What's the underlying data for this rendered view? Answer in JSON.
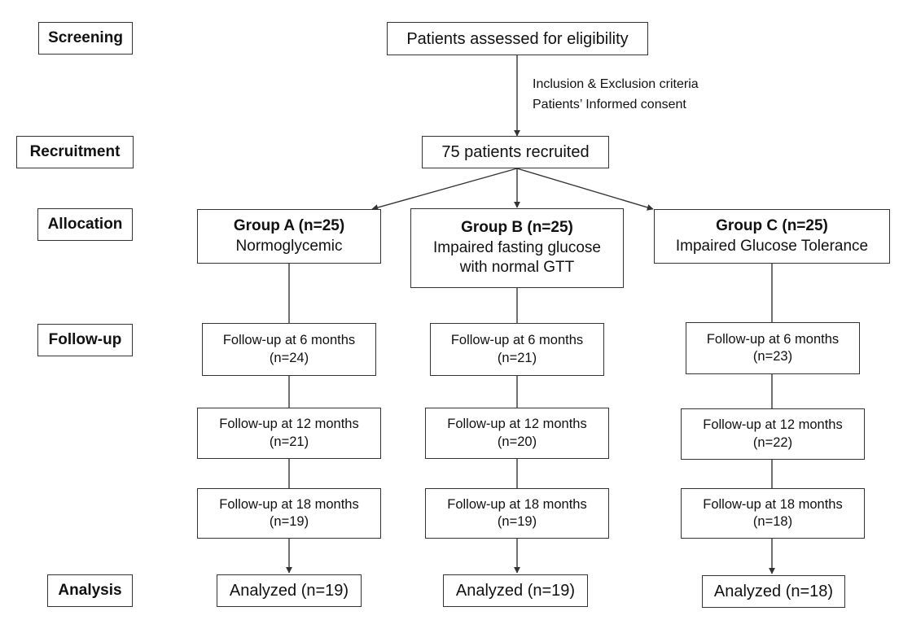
{
  "stages": {
    "screening": "Screening",
    "recruitment": "Recruitment",
    "allocation": "Allocation",
    "followup": "Follow-up",
    "analysis": "Analysis"
  },
  "eligibility": "Patients assessed for eligibility",
  "criteria_note": [
    "Inclusion & Exclusion criteria",
    "Patients’ Informed consent"
  ],
  "recruited": "75 patients recruited",
  "groups": [
    {
      "title": "Group A (n=25)",
      "desc": [
        "Normoglycemic"
      ],
      "followups": [
        {
          "label": "Follow-up at 6 months",
          "n": "(n=24)"
        },
        {
          "label": "Follow-up at 12 months",
          "n": "(n=21)"
        },
        {
          "label": "Follow-up at 18 months",
          "n": "(n=19)"
        }
      ],
      "analyzed": "Analyzed (n=19)"
    },
    {
      "title": "Group B (n=25)",
      "desc": [
        "Impaired fasting glucose",
        "with normal GTT"
      ],
      "followups": [
        {
          "label": "Follow-up at 6 months",
          "n": "(n=21)"
        },
        {
          "label": "Follow-up at 12 months",
          "n": "(n=20)"
        },
        {
          "label": "Follow-up at 18 months",
          "n": "(n=19)"
        }
      ],
      "analyzed": "Analyzed (n=19)"
    },
    {
      "title": "Group C (n=25)",
      "desc": [
        "Impaired Glucose Tolerance"
      ],
      "followups": [
        {
          "label": "Follow-up at 6 months",
          "n": "(n=23)"
        },
        {
          "label": "Follow-up at 12 months",
          "n": "(n=22)"
        },
        {
          "label": "Follow-up at 18 months",
          "n": "(n=18)"
        }
      ],
      "analyzed": "Analyzed (n=18)"
    }
  ]
}
